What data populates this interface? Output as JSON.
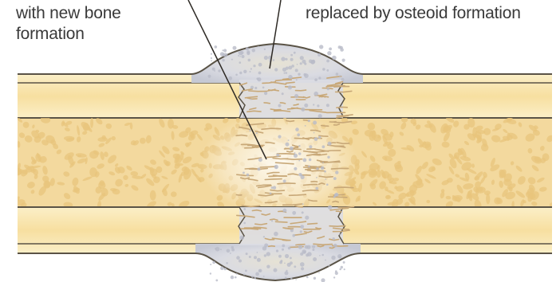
{
  "labels": {
    "left_line1": "with new bone",
    "left_line2": "formation",
    "right_line1": "replaced by osteoid formation"
  },
  "colors": {
    "cortex": "#f7e2a8",
    "cortex_light": "#fbf0cf",
    "marrow": "#f2d79a",
    "marrow_pore": "#e8c47c",
    "outline": "#5a5346",
    "callus": "#d7d8de",
    "callus_dark": "#b9bcc8",
    "osteoid": "#c8a878",
    "leader": "#2e2a25",
    "label_text": "#3a3a3a"
  }
}
